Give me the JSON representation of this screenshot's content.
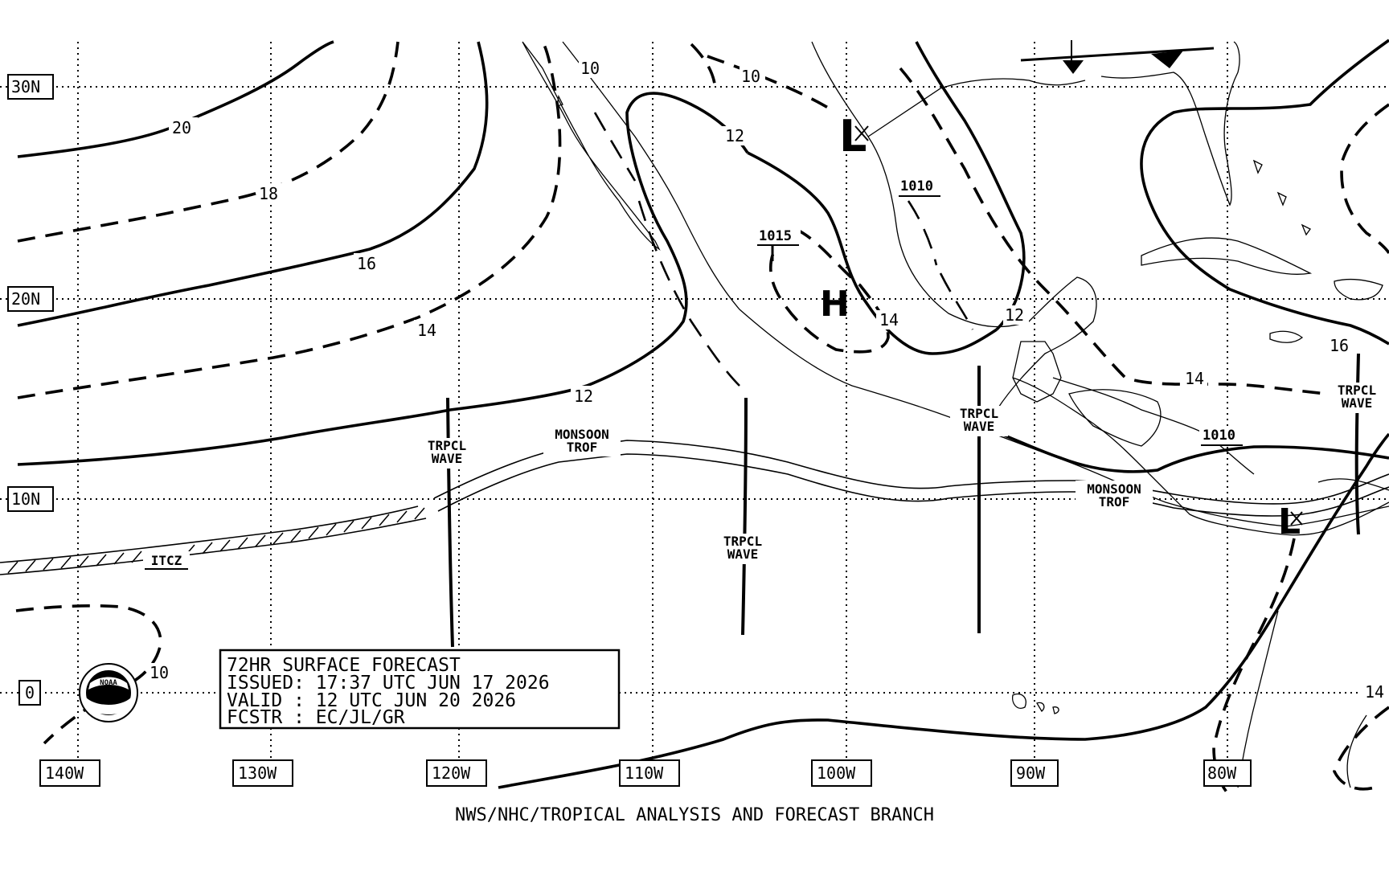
{
  "info_box": {
    "line1": "72HR SURFACE FORECAST",
    "line2": "ISSUED: 17:37 UTC JUN 17 2026",
    "line3": "VALID : 12 UTC JUN 20 2026",
    "line4": "FCSTR : EC/JL/GR"
  },
  "footer": "NWS/NHC/TROPICAL ANALYSIS AND FORECAST BRANCH",
  "lat_labels": [
    "30N",
    "20N",
    "10N",
    "0"
  ],
  "lon_labels": [
    "140W",
    "130W",
    "120W",
    "110W",
    "100W",
    "90W",
    "80W"
  ],
  "isobar_labels": [
    "20",
    "18",
    "16",
    "14",
    "12",
    "10",
    "10",
    "10",
    "12",
    "14",
    "12",
    "16",
    "14",
    "14"
  ],
  "pressure_labels": [
    "1010",
    "1015",
    "1010"
  ],
  "pressure_centers": [
    "L",
    "L",
    "H"
  ],
  "feature_labels": {
    "trpcl_1a": "TRPCL",
    "trpcl_1b": "WAVE",
    "trpcl_2a": "TRPCL",
    "trpcl_2b": "WAVE",
    "trpcl_3a": "TRPCL",
    "trpcl_3b": "WAVE",
    "trpcl_4a": "TRPCL",
    "trpcl_4b": "WAVE",
    "monsoon_1a": "MONSOON",
    "monsoon_1b": "TROF",
    "monsoon_2a": "MONSOON",
    "monsoon_2b": "TROF",
    "itcz": "ITCZ"
  },
  "logo_text": "NOAA",
  "colors": {
    "ink": "#000000",
    "background": "#ffffff"
  }
}
